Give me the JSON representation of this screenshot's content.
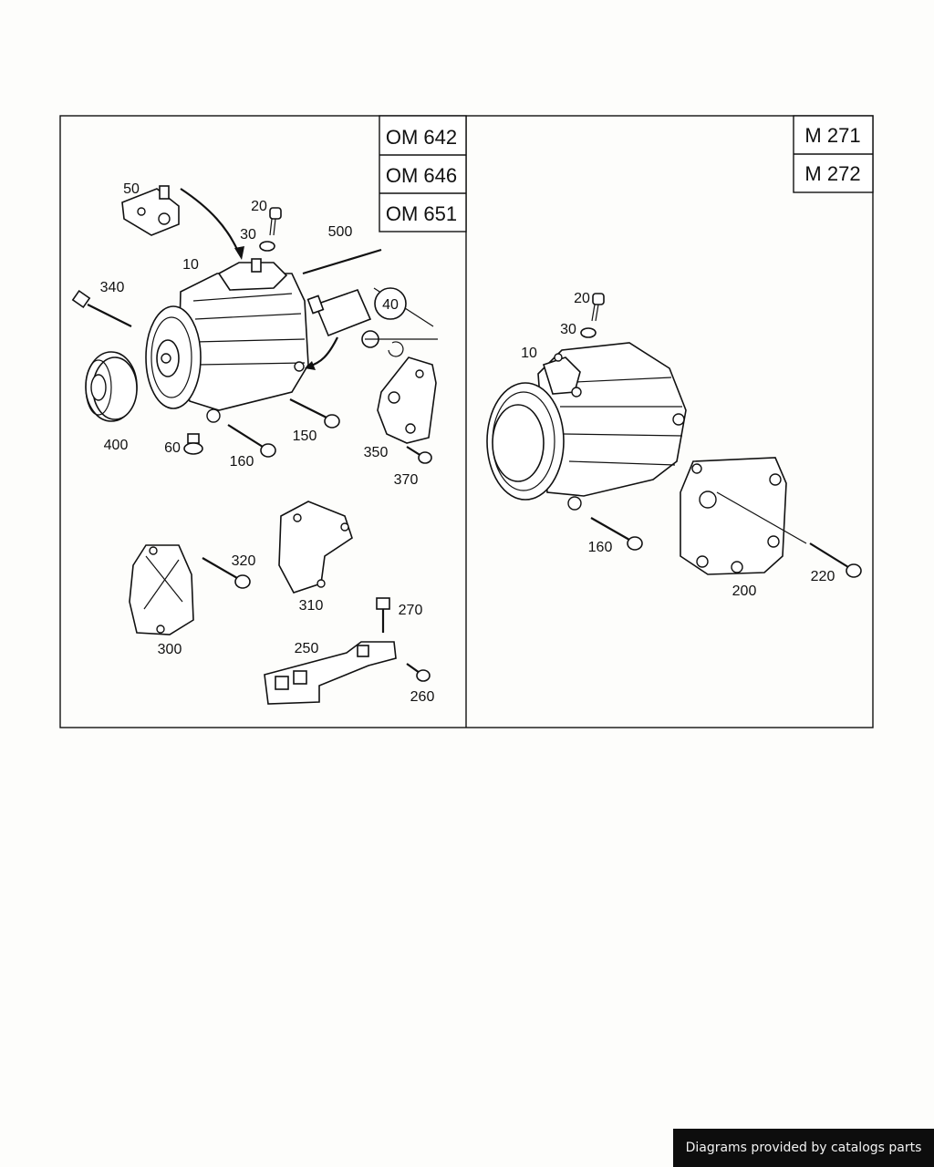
{
  "panels": {
    "left": {
      "engine_codes": [
        "OM 642",
        "OM 646",
        "OM 651"
      ],
      "callouts": {
        "p10": "10",
        "p20": "20",
        "p30": "30",
        "p40": "40",
        "p50": "50",
        "p60": "60",
        "p150": "150",
        "p160": "160",
        "p250": "250",
        "p260": "260",
        "p270": "270",
        "p300": "300",
        "p310": "310",
        "p320": "320",
        "p340": "340",
        "p350": "350",
        "p370": "370",
        "p400": "400",
        "p500": "500"
      }
    },
    "right": {
      "engine_codes": [
        "M 271",
        "M 272"
      ],
      "callouts": {
        "p10": "10",
        "p20": "20",
        "p30": "30",
        "p160": "160",
        "p200": "200",
        "p220": "220"
      }
    }
  },
  "footer": {
    "text": "Diagrams provided by catalogs parts"
  }
}
